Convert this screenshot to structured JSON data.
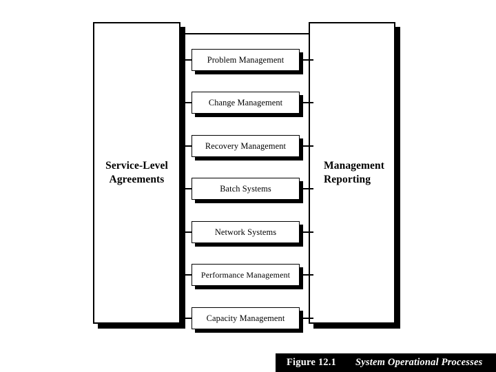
{
  "figure": {
    "caption_number": "Figure 12.1",
    "caption_title": "System Operational Processes",
    "background_color": "#ffffff",
    "line_color": "#000000",
    "caption_bar_color": "#000000",
    "caption_text_color": "#ffffff"
  },
  "diagram": {
    "type": "block-diagram",
    "left_endpoint": {
      "label": "Service-Level\nAgreements"
    },
    "right_endpoint": {
      "label": "Management\nReporting"
    },
    "processes": [
      {
        "label": "Problem Management"
      },
      {
        "label": "Change Management"
      },
      {
        "label": "Recovery Management"
      },
      {
        "label": "Batch Systems"
      },
      {
        "label": "Network Systems"
      },
      {
        "label": "Performance Management"
      },
      {
        "label": "Capacity Management"
      }
    ]
  }
}
